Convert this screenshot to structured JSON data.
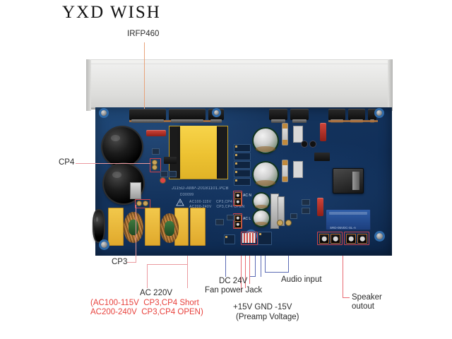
{
  "brand": {
    "title": "YXD WISH"
  },
  "labels": {
    "irfp460": "IRFP460",
    "cp4": "CP4",
    "cp3": "CP3",
    "ac_main": "AC 220V",
    "ac_note_line1": "(AC100-115V  CP3,CP4 Short",
    "ac_note_line2": "AC200-240V  CP3,CP4 OPEN)",
    "dc_line1": "DC 24V",
    "dc_line2": "Fan power Jack",
    "preamp_line1": "+15V GND -15V",
    "preamp_line2": "(Preamp Voltage)",
    "audio_input": "Audio input",
    "speaker_line1": "Speaker",
    "speaker_line2": "outout"
  },
  "board": {
    "silkscreen_part": "J115D-AMP-20181101.PCB",
    "silkscreen_rev": "D30099",
    "silkscreen_warn_line1": "AC100-115V    CP3,CP4 short",
    "silkscreen_warn_line2": "AC200-240V    CP3,CP4 OPEN",
    "ac_n": "AC N",
    "ac_l": "AC L",
    "relay_text": "SRD-05VDC-SL-A"
  },
  "colors": {
    "annotation_text": "#2b2b2b",
    "annotation_red": "#e8413c",
    "leader_tan": "#e8a37a",
    "leader_pink": "#eb9aa0",
    "leader_blue": "#5b6bb5",
    "leader_rose": "#e86a72",
    "pcb_blue": "#123059",
    "heatsink": "#e4e4e2"
  }
}
